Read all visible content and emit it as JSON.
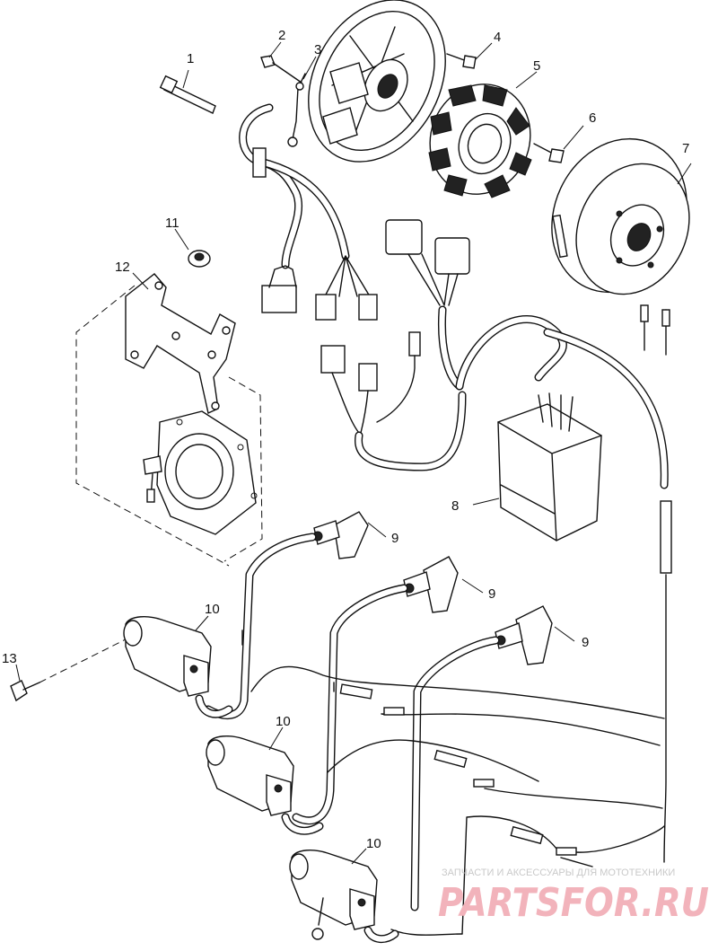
{
  "diagram": {
    "callouts": [
      "1",
      "2",
      "3",
      "4",
      "5",
      "6",
      "7",
      "8",
      "9",
      "9",
      "9",
      "10",
      "10",
      "10",
      "11",
      "12",
      "13"
    ]
  },
  "watermark": {
    "line1": "ЗАПЧАСТИ И АКСЕССУАРЫ ДЛЯ МОТОТЕХНИКИ",
    "logo": "PARTSFOR.RU"
  },
  "colors": {
    "ink": "#111111",
    "watermark_logo": "#f2b3bb",
    "watermark_text": "#c9c9c9"
  }
}
